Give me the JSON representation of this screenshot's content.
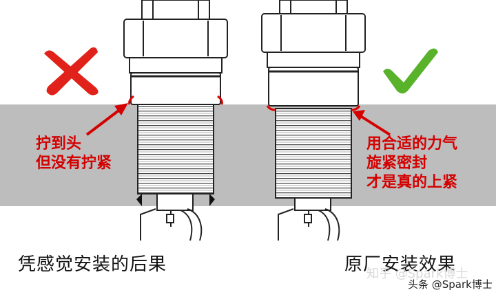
{
  "left_panel": {
    "annotation_line1": "拧到头",
    "annotation_line2": "但没有拧紧",
    "caption": "凭感觉安装的后果",
    "mark": "cross-mark-icon"
  },
  "right_panel": {
    "annotation_line1": "用合适的力气",
    "annotation_line2": "旋紧密封",
    "annotation_line3": "才是真的上紧",
    "caption": "原厂安装效果",
    "mark": "check-mark-icon"
  },
  "watermark": {
    "source": "知乎 @Spark博士",
    "credit": "头条 @Spark博士"
  },
  "colors": {
    "band": "#bdbdbd",
    "annotation": "#d40000",
    "cross": "#e0221a",
    "check": "#58b22a"
  }
}
